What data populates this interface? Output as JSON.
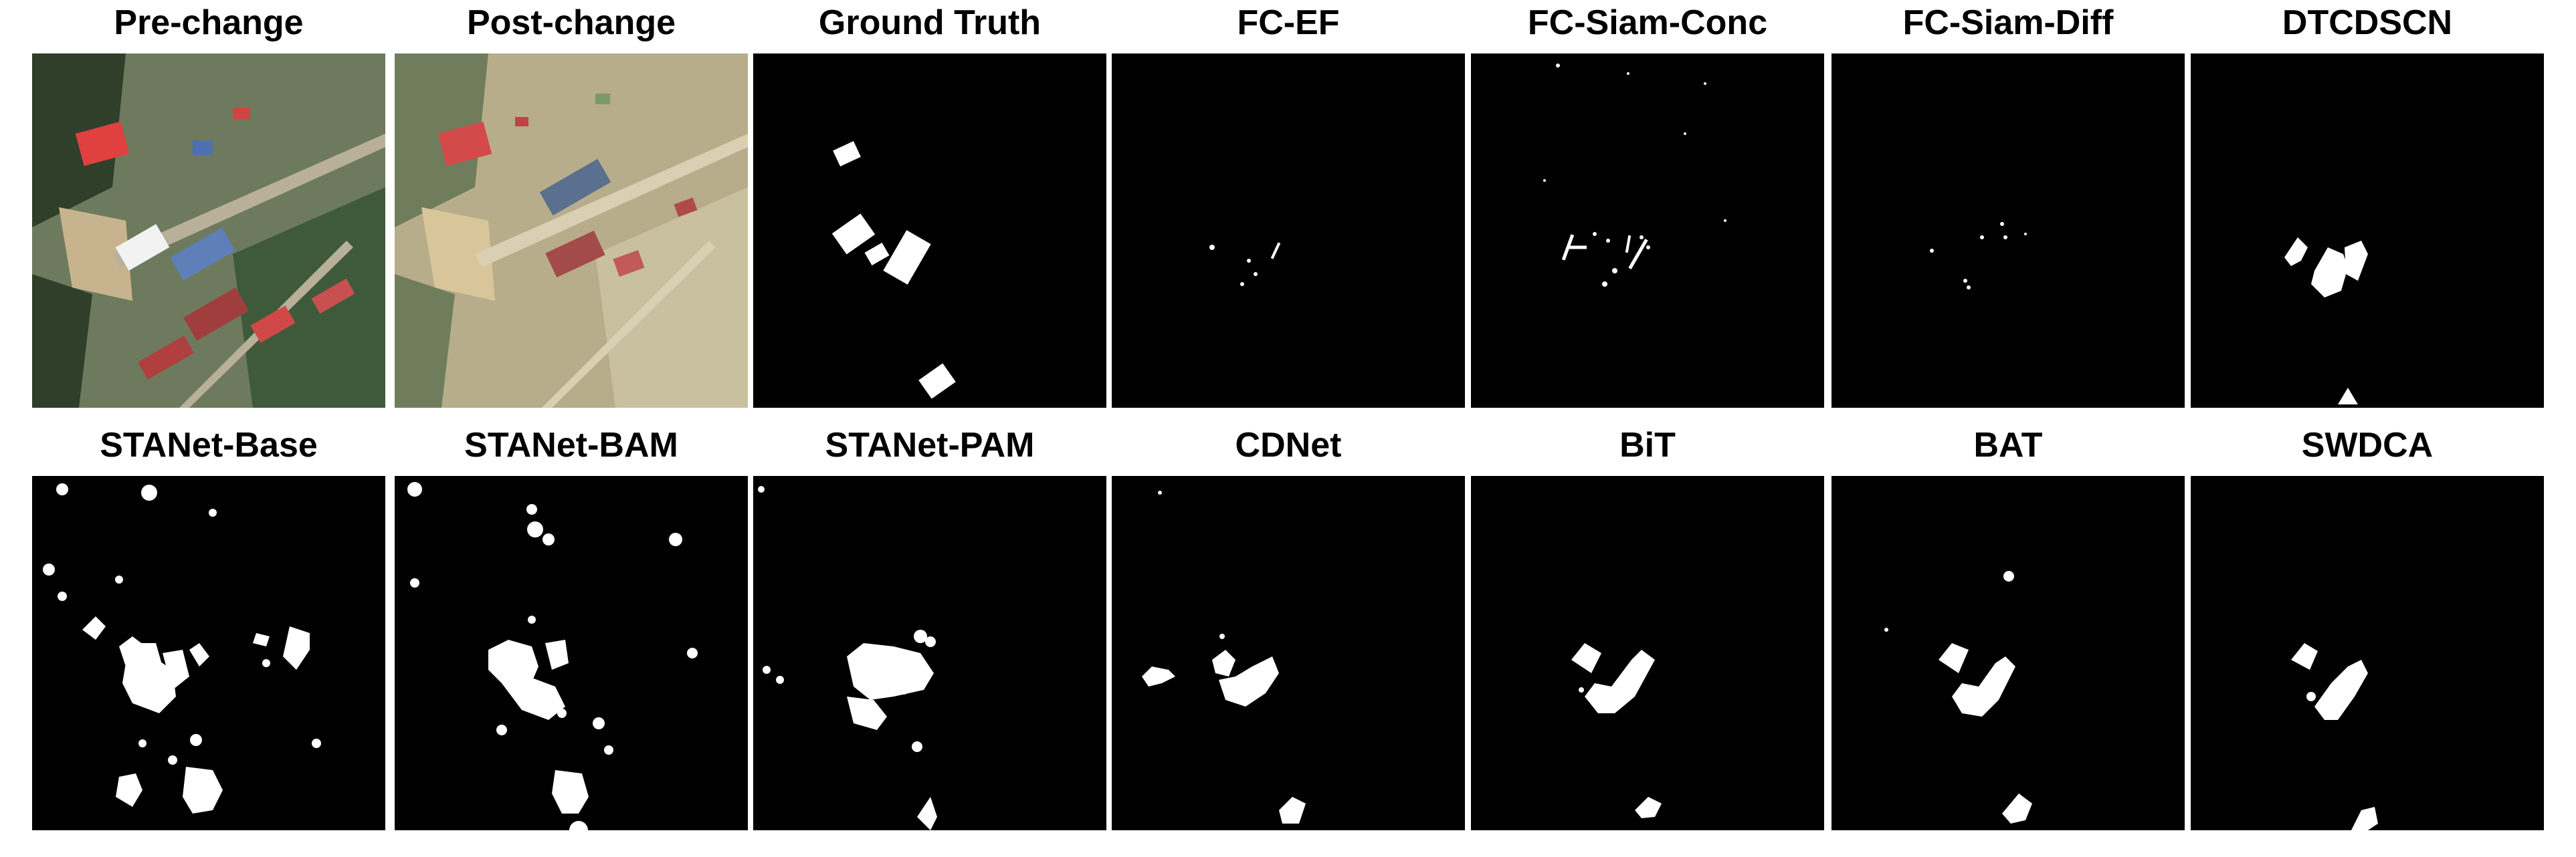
{
  "figure": {
    "rows": [
      [
        {
          "label": "Pre-change",
          "kind": "pre"
        },
        {
          "label": "Post-change",
          "kind": "post"
        },
        {
          "label": "Ground Truth",
          "kind": "mask",
          "mask": "ground_truth"
        },
        {
          "label": "FC-EF",
          "kind": "mask",
          "mask": "fc_ef"
        },
        {
          "label": "FC-Siam-Conc",
          "kind": "mask",
          "mask": "fc_siam_conc"
        },
        {
          "label": "FC-Siam-Diff",
          "kind": "mask",
          "mask": "fc_siam_diff"
        },
        {
          "label": "DTCDSCN",
          "kind": "mask",
          "mask": "dtcdscn"
        }
      ],
      [
        {
          "label": "STANet-Base",
          "kind": "mask",
          "mask": "stanet_base"
        },
        {
          "label": "STANet-BAM",
          "kind": "mask",
          "mask": "stanet_bam"
        },
        {
          "label": "STANet-PAM",
          "kind": "mask",
          "mask": "stanet_pam"
        },
        {
          "label": "CDNet",
          "kind": "mask",
          "mask": "cdnet"
        },
        {
          "label": "BiT",
          "kind": "mask",
          "mask": "bit"
        },
        {
          "label": "BAT",
          "kind": "mask",
          "mask": "bat"
        },
        {
          "label": "SWDCA",
          "kind": "mask",
          "mask": "swdca"
        }
      ]
    ],
    "colors": {
      "background": "#000000",
      "change": "#ffffff",
      "text": "#000000"
    }
  }
}
